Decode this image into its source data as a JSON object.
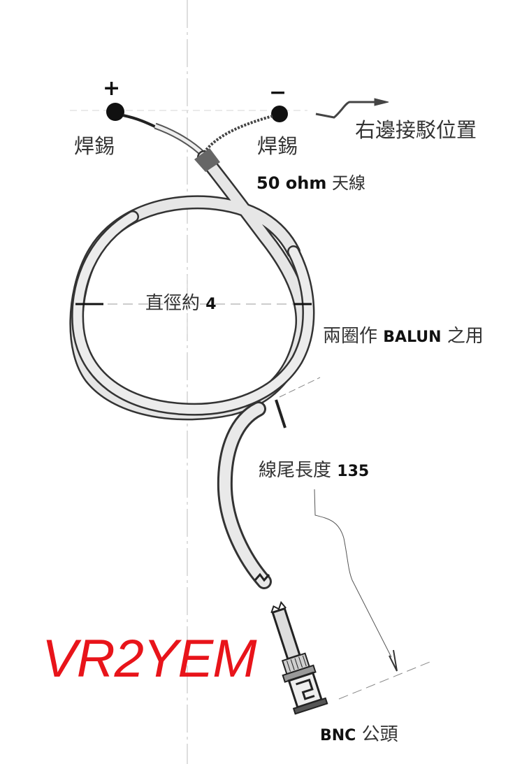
{
  "diagram": {
    "type": "hand-drawn antenna wiring sketch",
    "subject": "coax cable wound into balun loop with BNC male connector",
    "terminals": {
      "positive": {
        "symbol": "+",
        "label": "焊錫"
      },
      "negative": {
        "symbol": "−",
        "label": "焊錫"
      }
    },
    "arrow_note": "右邊接駁位置",
    "cable": {
      "label_value": "50 ohm",
      "label_text": "天線"
    },
    "loop": {
      "diameter_text": "直徑約",
      "diameter_value": "4",
      "balun_prefix": "兩圈作",
      "balun_word": "BALUN",
      "balun_suffix": "之用"
    },
    "tail": {
      "length_text": "線尾長度",
      "length_value": "135"
    },
    "connector": {
      "type": "BNC",
      "label_text": "公頭"
    },
    "watermark": {
      "text": "VR2YEM",
      "color": "#e8141a"
    }
  }
}
